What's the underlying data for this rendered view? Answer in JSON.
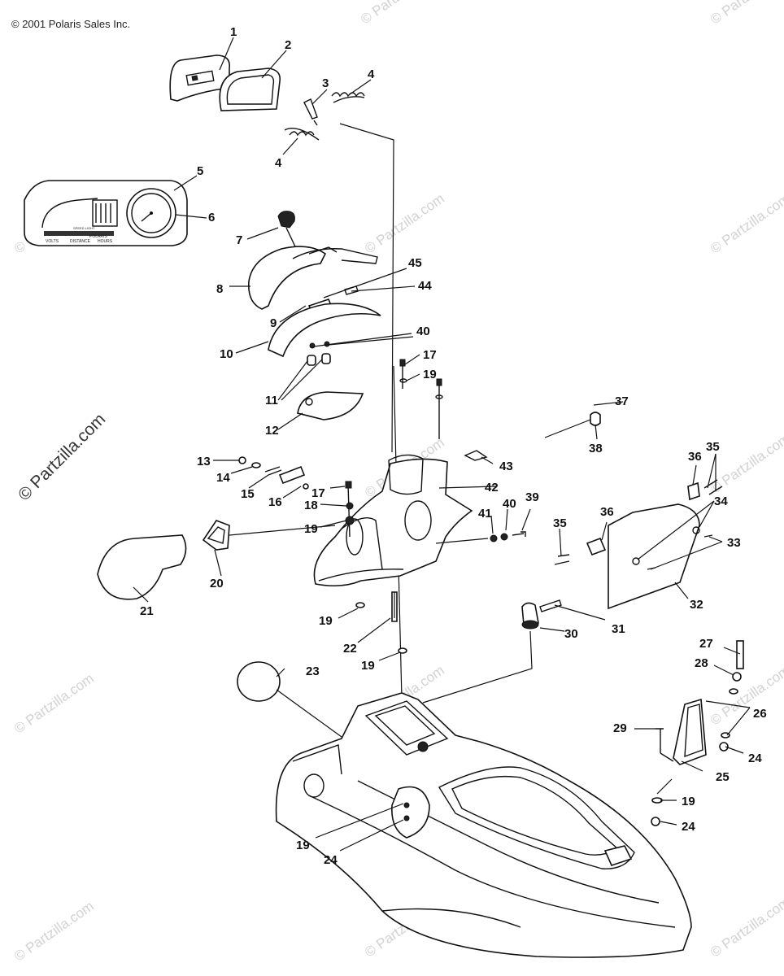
{
  "copyright": "© 2001 Polaris Sales Inc.",
  "watermark": {
    "main": "© Partzilla.com",
    "repeat": "© Partzilla.com"
  },
  "gauge_text": {
    "volts": "VOLTS",
    "distance": "DISTANCE",
    "hours": "HOURS",
    "speed": "SPEED LIGHT",
    "brand": "POLARIS"
  },
  "callouts": [
    "1",
    "2",
    "3",
    "4",
    "4",
    "5",
    "6",
    "7",
    "8",
    "9",
    "10",
    "11",
    "12",
    "13",
    "14",
    "15",
    "16",
    "17",
    "17",
    "18",
    "19",
    "19",
    "19",
    "19",
    "19",
    "19",
    "20",
    "21",
    "22",
    "23",
    "24",
    "24",
    "24",
    "25",
    "26",
    "27",
    "28",
    "29",
    "30",
    "31",
    "32",
    "33",
    "34",
    "35",
    "35",
    "36",
    "36",
    "37",
    "38",
    "39",
    "40",
    "40",
    "41",
    "42",
    "43",
    "44",
    "45"
  ]
}
